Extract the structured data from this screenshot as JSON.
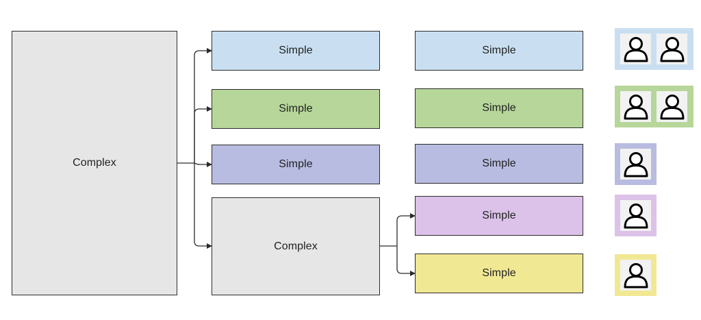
{
  "colors": {
    "blue": "#c9dff1",
    "green": "#b6d69a",
    "purple": "#b8bce0",
    "pink": "#dcc2e8",
    "yellow": "#f1e894",
    "gray": "#e6e6e6",
    "line": "#2b2b2b"
  },
  "nodes": {
    "complex_root": "Complex",
    "simple_blue_1": "Simple",
    "simple_green_1": "Simple",
    "simple_purple_1": "Simple",
    "complex_child": "Complex",
    "simple_blue_2": "Simple",
    "simple_green_2": "Simple",
    "simple_purple_2": "Simple",
    "simple_pink": "Simple",
    "simple_yellow": "Simple"
  },
  "teams": [
    {
      "color": "blue",
      "people": 2,
      "icon": "person-icon"
    },
    {
      "color": "green",
      "people": 2,
      "icon": "person-icon"
    },
    {
      "color": "purple",
      "people": 1,
      "icon": "person-icon"
    },
    {
      "color": "pink",
      "people": 1,
      "icon": "person-icon"
    },
    {
      "color": "yellow",
      "people": 1,
      "icon": "person-icon"
    }
  ]
}
